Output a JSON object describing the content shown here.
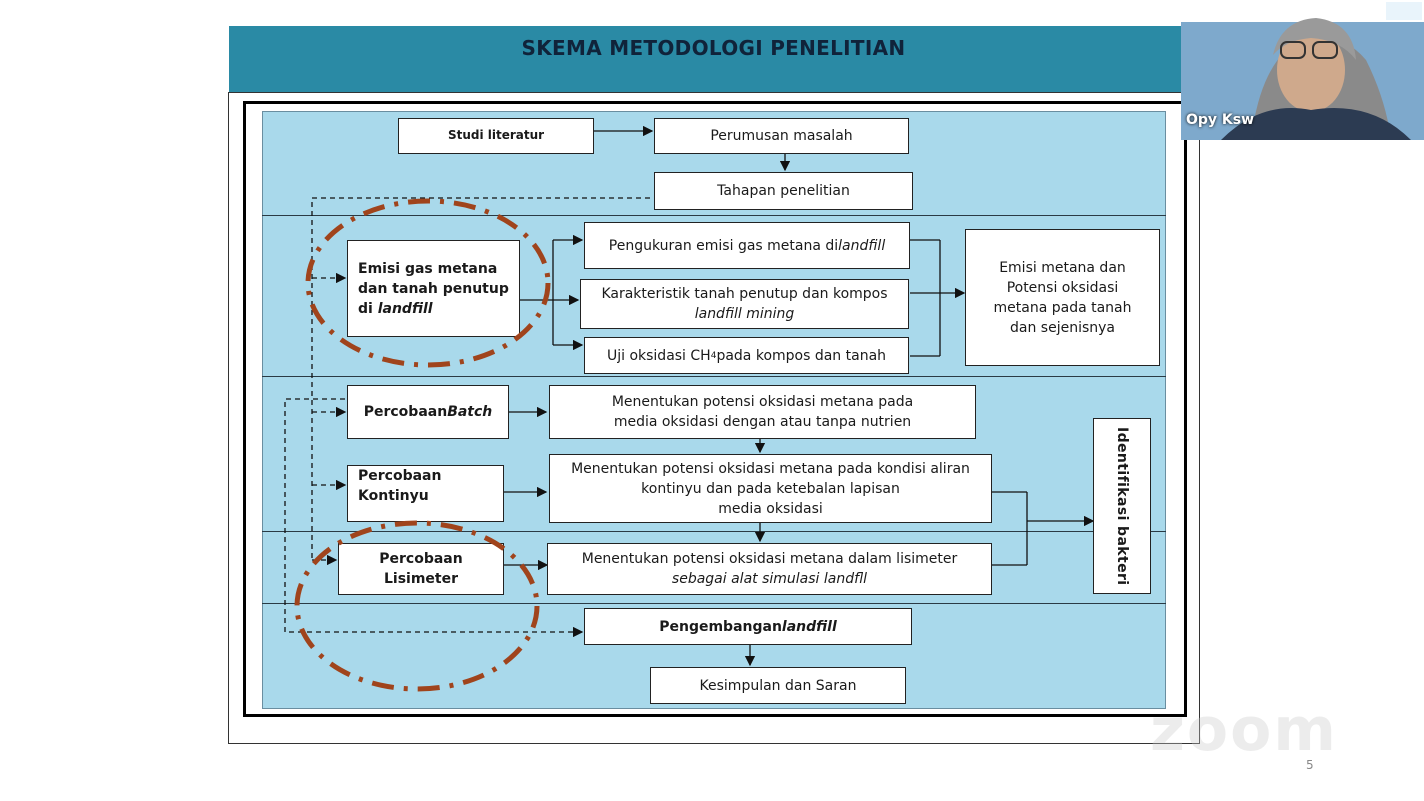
{
  "slide": {
    "title": "SKEMA  METODOLOGI PENELITIAN",
    "page_number": "5"
  },
  "flow": {
    "studi_literatur": "Studi literatur",
    "perumusan_masalah": "Perumusan masalah",
    "tahapan_penelitian": "Tahapan penelitian",
    "emisi_gas": [
      "Emisi gas metana",
      "dan tanah penutup",
      "di landfill"
    ],
    "pengukuran": "Pengukuran emisi gas metana di landfill",
    "karakteristik": [
      "Karakteristik tanah penutup dan kompos",
      "landfill mining"
    ],
    "uji_oksidasi": "Uji oksidasi CH4 pada kompos dan tanah",
    "emisi_metana_result": [
      "Emisi metana dan",
      "Potensi oksidasi",
      "metana pada tanah",
      "dan sejenisnya"
    ],
    "percobaan_batch": "Percobaan Batch",
    "batch_desc": [
      "Menentukan potensi oksidasi metana pada",
      "media oksidasi dengan atau tanpa nutrien"
    ],
    "percobaan_kontinyu": [
      "Percobaan",
      "Kontinyu"
    ],
    "kontinyu_desc": [
      "Menentukan potensi oksidasi metana pada kondisi aliran",
      "kontinyu dan pada ketebalan  lapisan",
      "media oksidasi"
    ],
    "percobaan_lisimeter": [
      "Percobaan",
      "Lisimeter"
    ],
    "lisimeter_desc": [
      "Menentukan potensi oksidasi metana dalam lisimeter",
      "sebagai alat simulasi landfll"
    ],
    "identifikasi": "Identifikasi bakteri",
    "pengembangan": "Pengembangan landfill",
    "kesimpulan": "Kesimpulan dan Saran"
  },
  "video": {
    "participant_name": "Opy Ksw"
  },
  "watermark": "zoom",
  "colors": {
    "header": "#2a8aa5",
    "panel": "#a9d9eb",
    "highlight_circle": "#a0441c"
  }
}
